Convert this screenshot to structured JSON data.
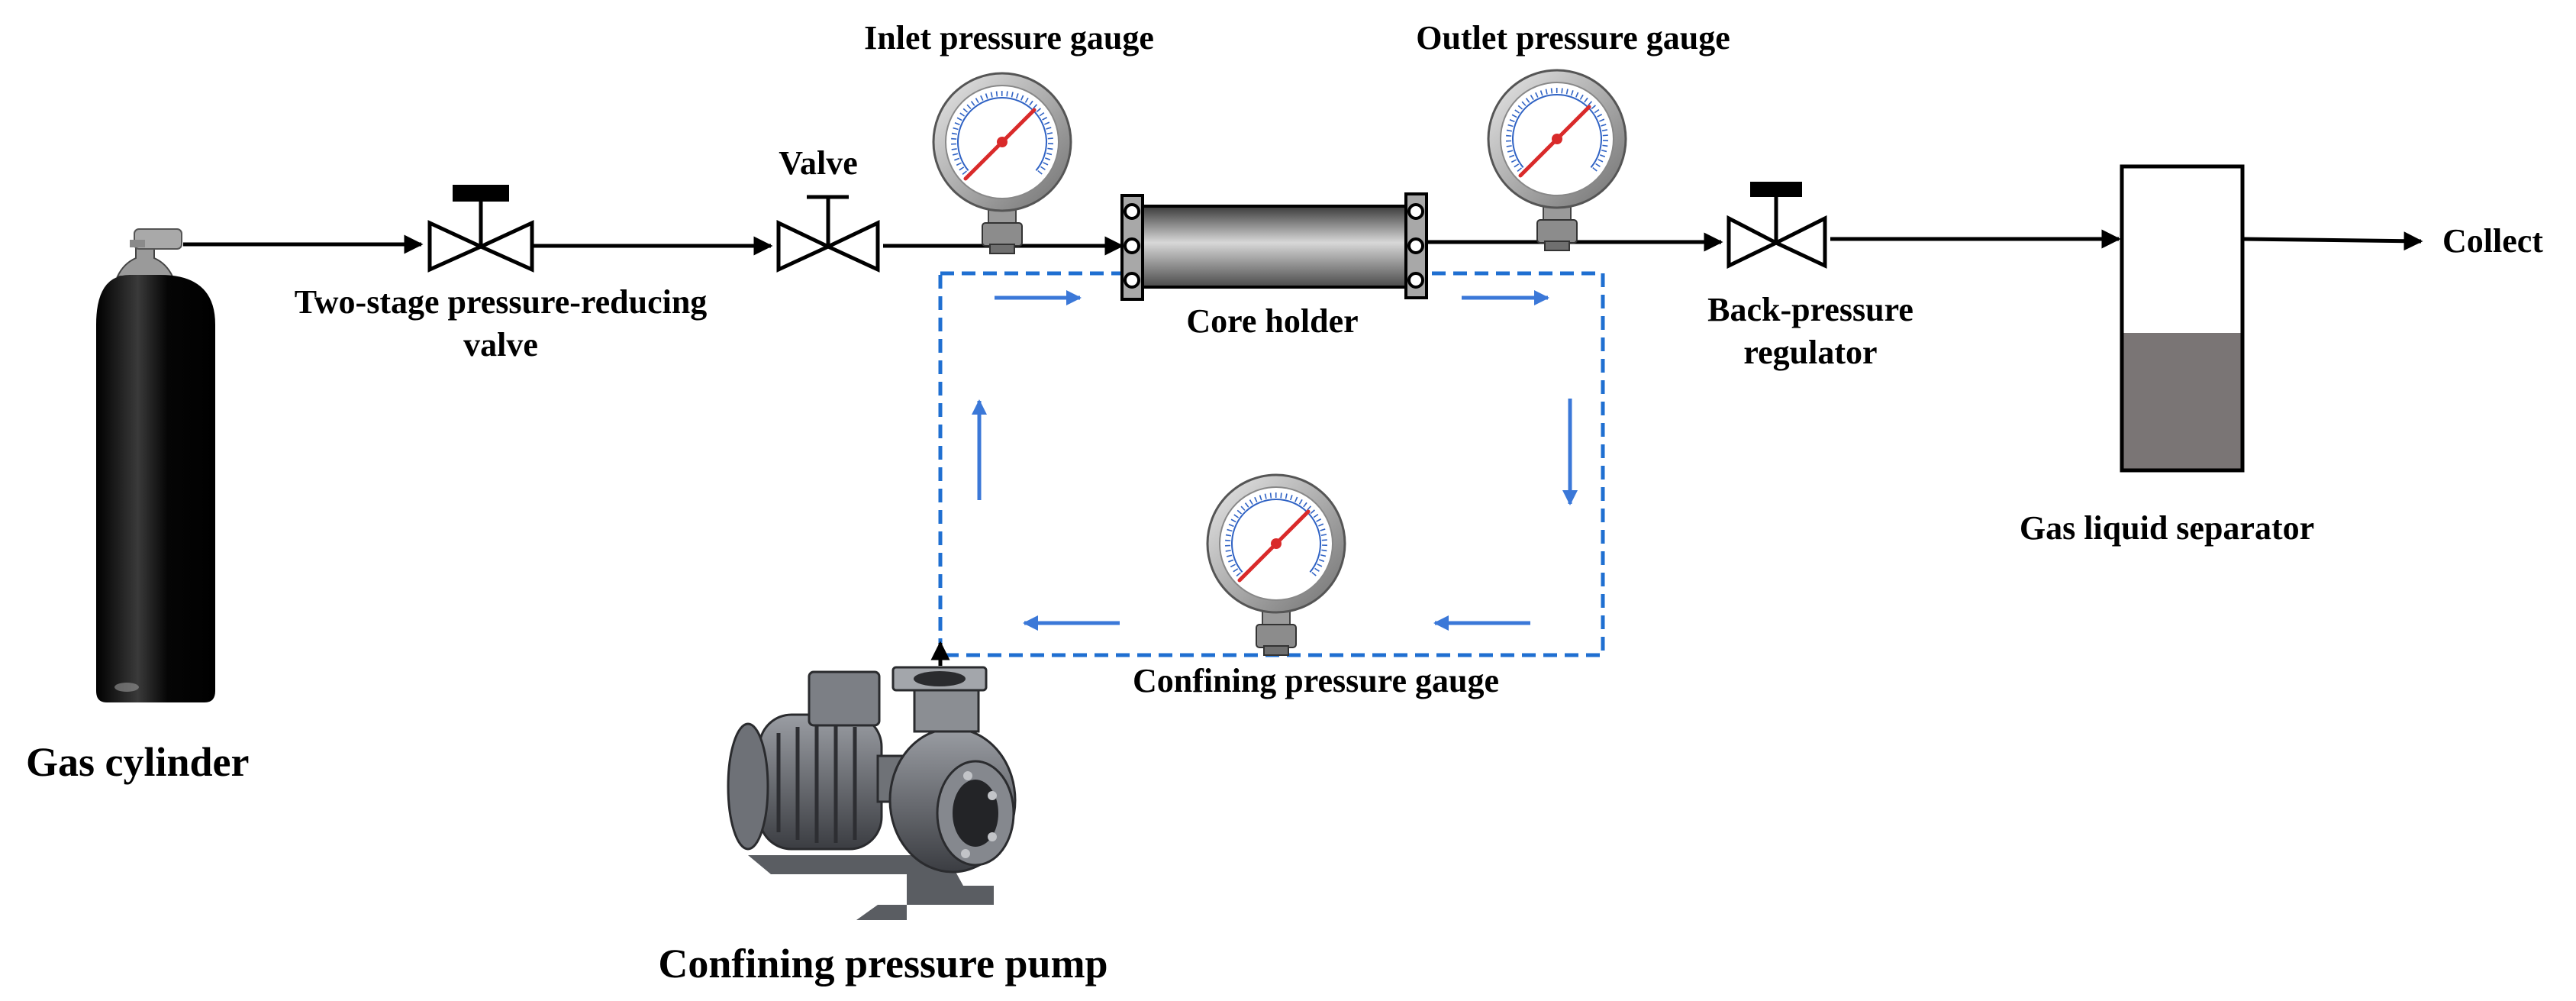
{
  "labels": {
    "gas_cylinder": "Gas cylinder",
    "reducing_valve_line1": "Two-stage pressure-reducing",
    "reducing_valve_line2": "valve",
    "valve": "Valve",
    "inlet_gauge": "Inlet pressure gauge",
    "outlet_gauge": "Outlet pressure gauge",
    "core_holder": "Core holder",
    "back_pressure_line1": "Back-pressure",
    "back_pressure_line2": "regulator",
    "separator": "Gas liquid separator",
    "collect": "Collect",
    "confining_gauge": "Confining pressure gauge",
    "confining_pump": "Confining pressure pump"
  },
  "icons": {
    "cylinder": "gas-cylinder-icon",
    "valve": "globe-valve-icon",
    "gauge": "pressure-gauge-icon",
    "pump": "centrifugal-pump-icon",
    "separator": "separator-vessel-icon"
  },
  "colors": {
    "pipe": "#000000",
    "confining_loop": "#1f6fd1",
    "flow_arrow": "#3b78d8",
    "separator_liquid": "#7a7575",
    "gauge_needle": "#d92a2a",
    "gauge_scale": "#2f62c4"
  }
}
